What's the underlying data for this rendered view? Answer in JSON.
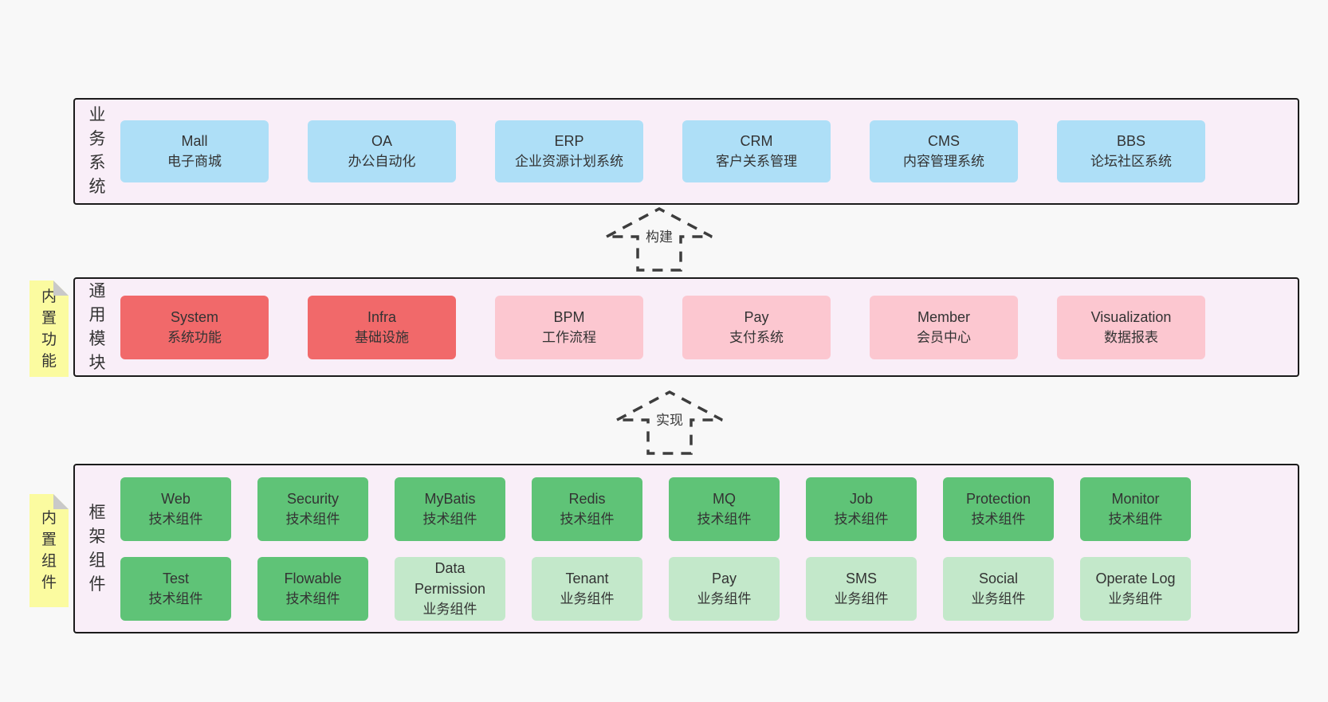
{
  "diagram": {
    "layers": {
      "business": {
        "label": "业务系统",
        "boxes": [
          {
            "title": "Mall",
            "subtitle": "电子商城",
            "variant": "blue"
          },
          {
            "title": "OA",
            "subtitle": "办公自动化",
            "variant": "blue"
          },
          {
            "title": "ERP",
            "subtitle": "企业资源计划系统",
            "variant": "blue"
          },
          {
            "title": "CRM",
            "subtitle": "客户关系管理",
            "variant": "blue"
          },
          {
            "title": "CMS",
            "subtitle": "内容管理系统",
            "variant": "blue"
          },
          {
            "title": "BBS",
            "subtitle": "论坛社区系统",
            "variant": "blue"
          }
        ]
      },
      "modules": {
        "label": "通用模块",
        "note": "内置功能",
        "boxes": [
          {
            "title": "System",
            "subtitle": "系统功能",
            "variant": "red"
          },
          {
            "title": "Infra",
            "subtitle": "基础设施",
            "variant": "red"
          },
          {
            "title": "BPM",
            "subtitle": "工作流程",
            "variant": "pink"
          },
          {
            "title": "Pay",
            "subtitle": "支付系统",
            "variant": "pink"
          },
          {
            "title": "Member",
            "subtitle": "会员中心",
            "variant": "pink"
          },
          {
            "title": "Visualization",
            "subtitle": "数据报表",
            "variant": "pink"
          }
        ]
      },
      "components": {
        "label": "框架组件",
        "note": "内置组件",
        "rows": [
          [
            {
              "title": "Web",
              "subtitle": "技术组件",
              "variant": "green"
            },
            {
              "title": "Security",
              "subtitle": "技术组件",
              "variant": "green"
            },
            {
              "title": "MyBatis",
              "subtitle": "技术组件",
              "variant": "green"
            },
            {
              "title": "Redis",
              "subtitle": "技术组件",
              "variant": "green"
            },
            {
              "title": "MQ",
              "subtitle": "技术组件",
              "variant": "green"
            },
            {
              "title": "Job",
              "subtitle": "技术组件",
              "variant": "green"
            },
            {
              "title": "Protection",
              "subtitle": "技术组件",
              "variant": "green"
            },
            {
              "title": "Monitor",
              "subtitle": "技术组件",
              "variant": "green"
            }
          ],
          [
            {
              "title": "Test",
              "subtitle": "技术组件",
              "variant": "green"
            },
            {
              "title": "Flowable",
              "subtitle": "技术组件",
              "variant": "green"
            },
            {
              "title": "Data Permission",
              "subtitle": "业务组件",
              "variant": "green_light"
            },
            {
              "title": "Tenant",
              "subtitle": "业务组件",
              "variant": "green_light"
            },
            {
              "title": "Pay",
              "subtitle": "业务组件",
              "variant": "green_light"
            },
            {
              "title": "SMS",
              "subtitle": "业务组件",
              "variant": "green_light"
            },
            {
              "title": "Social",
              "subtitle": "业务组件",
              "variant": "green_light"
            },
            {
              "title": "Operate Log",
              "subtitle": "业务组件",
              "variant": "green_light"
            }
          ]
        ]
      }
    },
    "arrows": [
      {
        "label": "构建"
      },
      {
        "label": "实现"
      }
    ],
    "colors": {
      "blue": "#aedff7",
      "red": "#f1696a",
      "pink": "#fcc7d0",
      "green": "#5fc377",
      "green_light": "#c3e8ca",
      "note_yellow": "#fbfba0",
      "container_bg": "#f9eef8"
    }
  }
}
